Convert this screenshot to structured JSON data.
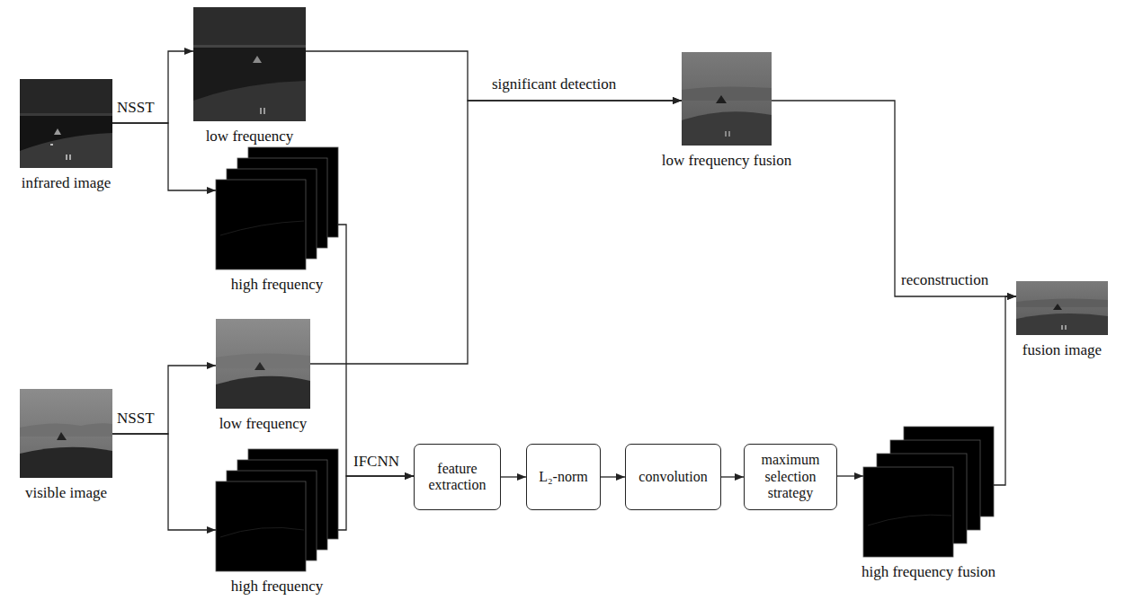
{
  "diagram": {
    "nodes": [
      {
        "text": [
          "infrared image"
        ]
      },
      {
        "text": [
          "low frequency"
        ]
      },
      {
        "text": [
          "high frequency"
        ]
      },
      {
        "text": [
          "visible image"
        ]
      },
      {
        "text": [
          "low frequency"
        ]
      },
      {
        "text": [
          "high frequency"
        ]
      },
      {
        "text": [
          "feature extraction"
        ]
      },
      {
        "text": [
          "L₂-norm"
        ]
      },
      {
        "text": [
          "convolution"
        ]
      },
      {
        "text": [
          "maximum selection strategy"
        ]
      },
      {
        "text": [
          "high frequency fusion"
        ]
      },
      {
        "text": [
          "low frequency fusion"
        ]
      },
      {
        "text": [
          "fusion image"
        ]
      }
    ],
    "edges": [
      {
        "from": 0,
        "to": 1,
        "arrow": "to",
        "label": "NSST"
      },
      {
        "from": 0,
        "to": 2,
        "arrow": "to"
      },
      {
        "from": 3,
        "to": 4,
        "arrow": "to",
        "label": "NSST"
      },
      {
        "from": 3,
        "to": 5,
        "arrow": "to"
      },
      {
        "from": 1,
        "to": 11,
        "arrow": "to",
        "label": "significant detection"
      },
      {
        "from": 4,
        "to": 11,
        "arrow": "to"
      },
      {
        "from": 2,
        "to": 6,
        "arrow": "to",
        "label": "IFCNN"
      },
      {
        "from": 5,
        "to": 6,
        "arrow": "to"
      },
      {
        "from": 6,
        "to": 7,
        "arrow": "to"
      },
      {
        "from": 7,
        "to": 8,
        "arrow": "to"
      },
      {
        "from": 8,
        "to": 9,
        "arrow": "to"
      },
      {
        "from": 9,
        "to": 10,
        "arrow": "to"
      },
      {
        "from": 11,
        "to": 12,
        "arrow": "to",
        "label": "reconstruction"
      },
      {
        "from": 10,
        "to": 12,
        "arrow": "to"
      }
    ]
  }
}
